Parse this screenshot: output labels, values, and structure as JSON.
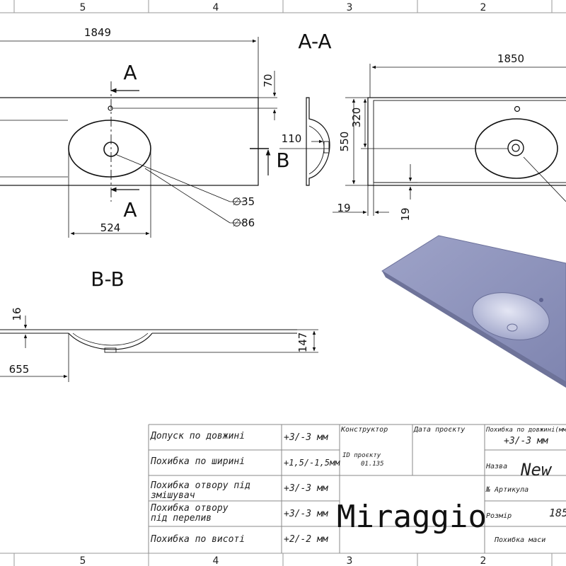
{
  "zones": [
    "5",
    "4",
    "3",
    "2"
  ],
  "sections": {
    "aa_title": "A-A",
    "bb_title": "B-B",
    "cut_letter_a": "A",
    "cut_letter_b": "B"
  },
  "dimensions": {
    "top_length": "1849",
    "top_offset": "70",
    "hole_small": "∅35",
    "hole_large": "∅86",
    "bowl_length": "524",
    "section_height": "110",
    "side_length": "1850",
    "side_depth_1": "320",
    "side_depth_2": "550",
    "edge_left": "19",
    "edge_right": "19",
    "bb_thickness": "16",
    "bb_height": "147",
    "bb_offset": "655"
  },
  "title_block": {
    "tolerances": [
      {
        "label": "Допуск по довжині",
        "value": "+3/-3 мм"
      },
      {
        "label": "Похибка по ширині",
        "value": "+1,5/-1,5мм"
      },
      {
        "label": "Похибка отвору під змішувач",
        "value": "+3/-3 мм"
      },
      {
        "label": "Похибка отвору під перелив",
        "value": "+3/-3 мм"
      },
      {
        "label": "Похибка по висоті",
        "value": "+2/-2 мм"
      }
    ],
    "designer_label": "Конструктор",
    "date_label": "Дата проєкту",
    "project_id_label": "ID проєкту",
    "project_id_value": "01.135",
    "brand": "Miraggio",
    "length_tolerance_label": "Похибка по довжині(мм)",
    "length_tolerance_value": "+3/-3 мм",
    "name_label": "Назва",
    "name_value": "New",
    "article_label": "№ Артикула",
    "size_label": "Розмір",
    "size_value": "185",
    "mass_label": "Похибка маси"
  }
}
